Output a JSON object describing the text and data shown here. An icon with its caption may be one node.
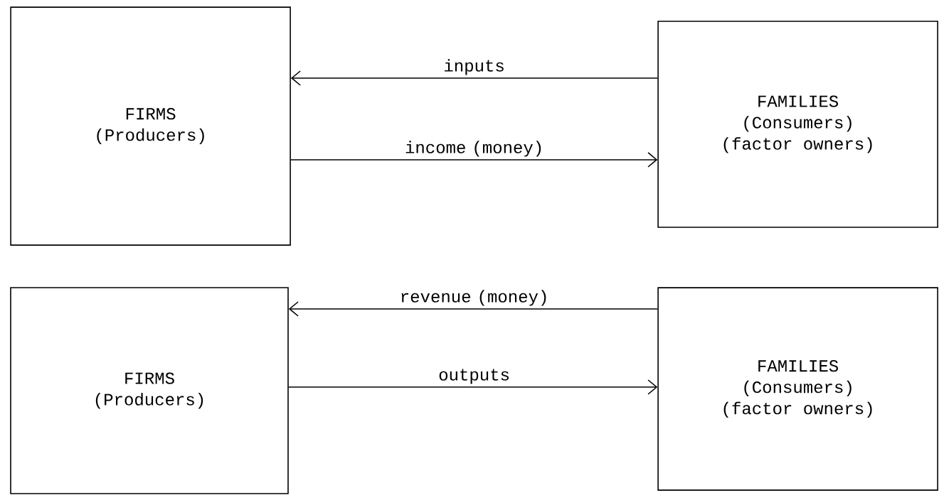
{
  "diagram": {
    "nodes": [
      {
        "text": [
          "FIRMS",
          "(Producers)"
        ]
      },
      {
        "text": [
          "FAMILIES",
          "(Consumers)",
          "(factor owners)"
        ]
      },
      {
        "text": [
          "FIRMS",
          "(Producers)"
        ]
      },
      {
        "text": [
          "FAMILIES",
          "(Consumers)",
          "(factor owners)"
        ]
      }
    ],
    "edges": [
      {
        "from": 1,
        "to": 0,
        "arrow": "to",
        "label": "inputs"
      },
      {
        "from": 0,
        "to": 1,
        "arrow": "to",
        "label": "income (money)"
      },
      {
        "from": 3,
        "to": 2,
        "arrow": "to",
        "label": "revenue (money)"
      },
      {
        "from": 2,
        "to": 3,
        "arrow": "to",
        "label": "outputs"
      }
    ]
  }
}
